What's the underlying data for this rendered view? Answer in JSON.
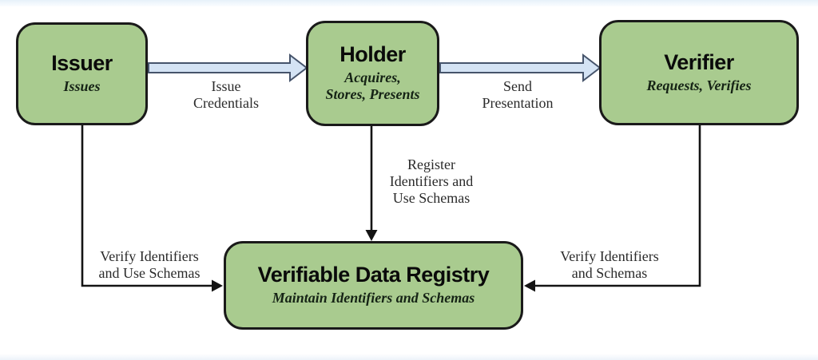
{
  "nodes": {
    "issuer": {
      "title": "Issuer",
      "subtitle": "Issues"
    },
    "holder": {
      "title": "Holder",
      "subtitle": "Acquires,\nStores, Presents"
    },
    "verifier": {
      "title": "Verifier",
      "subtitle": "Requests, Verifies"
    },
    "registry": {
      "title": "Verifiable Data Registry",
      "subtitle": "Maintain Identifiers and Schemas"
    }
  },
  "edges": {
    "issue_credentials": "Issue\nCredentials",
    "send_presentation": "Send\nPresentation",
    "register_identifiers": "Register\nIdentifiers and\nUse Schemas",
    "verify_identifiers_left": "Verify Identifiers\nand Use Schemas",
    "verify_identifiers_right": "Verify Identifiers\nand Schemas"
  },
  "colors": {
    "node_fill": "#a9cb8f",
    "node_border": "#1a1a1a",
    "block_arrow_fill": "#d4e3f4",
    "block_arrow_stroke": "#46546b",
    "line_color": "#141414",
    "title_color": "#0a0a0a",
    "subtitle_color": "#152315",
    "label_color": "#2b2b2b"
  }
}
